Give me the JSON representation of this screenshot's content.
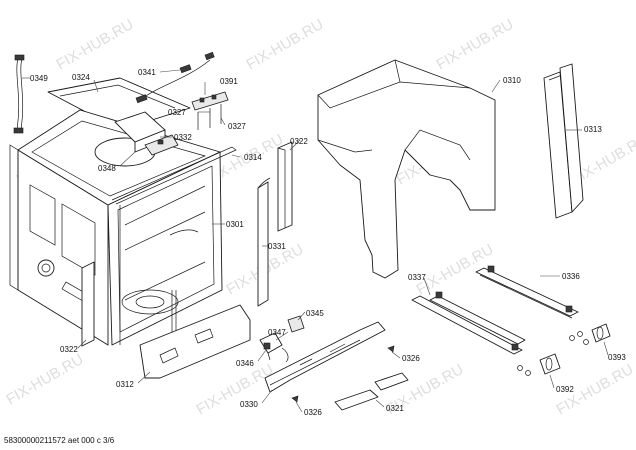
{
  "watermark": "FIX-HUB.RU",
  "footer": "58300000211572 aet 000 c 3/6",
  "labels": {
    "p0349": "0349",
    "p0324": "0324",
    "p0341": "0341",
    "p0391": "0391",
    "p0327a": "0327",
    "p0327b": "0327",
    "p0332": "0332",
    "p0348": "0348",
    "p0310": "0310",
    "p0313": "0313",
    "p0322a": "0322",
    "p0314": "0314",
    "p0301": "0301",
    "p0331": "0331",
    "p0322b": "0322",
    "p0312": "0312",
    "p0345": "0345",
    "p0347": "0347",
    "p0346": "0346",
    "p0330": "0330",
    "p0326a": "0326",
    "p0326b": "0326",
    "p0321": "0321",
    "p0337": "0337",
    "p0336": "0336",
    "p0393": "0393",
    "p0392": "0392"
  },
  "colors": {
    "line": "#1a1a1a",
    "watermark": "#d3d3d3",
    "background": "#ffffff"
  }
}
